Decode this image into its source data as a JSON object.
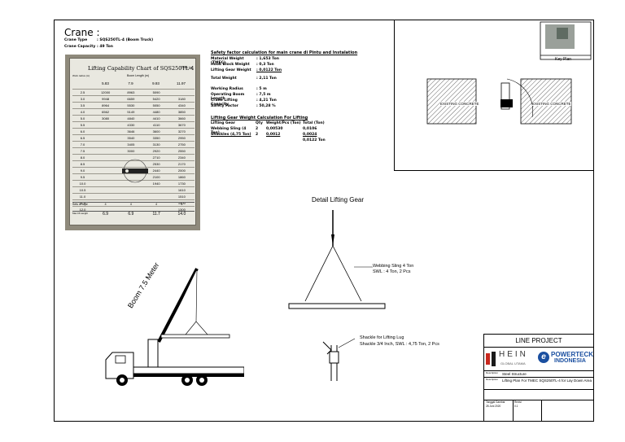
{
  "header": {
    "title": "Crane :",
    "crane_type_label": "Crane Type",
    "crane_type_value": ": SQS250TL-4 (Boom Truck)",
    "crane_capacity_label": "Crane Capacity",
    "crane_capacity_value": ": 49 Ton"
  },
  "chart_photo": {
    "title": "Lifting Capability Chart of SQS250TL-4",
    "units": "Units: kg",
    "col_work_radius": "Work radius (m)",
    "col_boom_length": "Boom Length (m)",
    "boom_lengths": [
      "5.83",
      "7.9",
      "9.93",
      "11.97"
    ],
    "rows": [
      {
        "r": "2.5",
        "v": [
          "12000",
          "8963",
          "5090",
          ""
        ]
      },
      {
        "r": "3.0",
        "v": [
          "9948",
          "6659",
          "5420",
          "3180"
        ]
      },
      {
        "r": "3.5",
        "v": [
          "8964",
          "5530",
          "5050",
          "4340"
        ]
      },
      {
        "r": "4.0",
        "v": [
          "6562",
          "5149",
          "4480",
          "3850"
        ]
      },
      {
        "r": "5.0",
        "v": [
          "3080",
          "4840",
          "4410",
          "3660"
        ]
      },
      {
        "r": "5.5",
        "v": [
          "",
          "4330",
          "4110",
          "3670"
        ]
      },
      {
        "r": "6.0",
        "v": [
          "",
          "3646",
          "3600",
          "3270"
        ]
      },
      {
        "r": "6.5",
        "v": [
          "",
          "3540",
          "3350",
          "2950"
        ]
      },
      {
        "r": "7.0",
        "v": [
          "",
          "3405",
          "3130",
          "2750"
        ]
      },
      {
        "r": "7.5",
        "v": [
          "",
          "3000",
          "2920",
          "2550"
        ]
      },
      {
        "r": "8.0",
        "v": [
          "",
          "",
          "2710",
          "2340"
        ]
      },
      {
        "r": "8.5",
        "v": [
          "",
          "",
          "2530",
          "2170"
        ]
      },
      {
        "r": "9.0",
        "v": [
          "",
          "",
          "2440",
          "2000"
        ]
      },
      {
        "r": "9.5",
        "v": [
          "",
          "",
          "2100",
          "1860"
        ]
      },
      {
        "r": "10.0",
        "v": [
          "",
          "",
          "1940",
          "1730"
        ]
      },
      {
        "r": "10.5",
        "v": [
          "",
          "",
          "",
          "1610"
        ]
      },
      {
        "r": "11.0",
        "v": [
          "",
          "",
          "",
          "1510"
        ]
      },
      {
        "r": "11.5",
        "v": [
          "",
          "",
          "",
          "1400"
        ]
      },
      {
        "r": "12.0",
        "v": [
          "",
          "",
          "",
          "1300"
        ]
      }
    ],
    "footer_label_1": "Sets of rope",
    "footer_values_1": [
      "4",
      "4",
      "4",
      "4"
    ],
    "footer_label_2": "Max lift weight",
    "footer_values_2": [
      "6.9",
      "6.9",
      "11.7",
      "14.0"
    ]
  },
  "safety_calc": {
    "title": "Safety factor calculation for main crane di Pintu and Instalation",
    "rows": [
      {
        "label": "Material Weight (TMEC)",
        "value": ":   1,653 Ton"
      },
      {
        "label": "Hook Block Weight",
        "value": ":   0,3 Ton"
      },
      {
        "label": "Lifting Gear Weight",
        "value": ":   0,0122 Ton"
      },
      {
        "label": "Total Weight",
        "value": ":   2,11 Ton"
      }
    ],
    "rows2": [
      {
        "label": "Working Radius",
        "value": ":   5 m"
      },
      {
        "label": "Operating Boom Length",
        "value": ":   7,5 m"
      },
      {
        "label": "Crane Lifting Capacity",
        "value": ":   4,21 Ton"
      },
      {
        "label": "Safety Factor",
        "value": ":   50,28 %"
      }
    ]
  },
  "lifting_gear_calc": {
    "title": "Lifting Gear Weight Calculation For Lifting",
    "headers": [
      "Lifting Gear",
      "Qty",
      "Weight/Pcs (Ton)",
      "Total (Ton)"
    ],
    "rows": [
      {
        "gear": "Webbing Sling (4 Ton)",
        "qty": "2",
        "weight": "0,00530",
        "total": "0,0106"
      },
      {
        "gear": "Shackles (4,75 Ton)",
        "qty": "2",
        "weight": "0,0012",
        "total": "0,0024"
      }
    ],
    "grand_total": "0,0122 Ton"
  },
  "key_plan": {
    "label": "Key Plan",
    "concrete_label": "EXISTING  CONCRETE"
  },
  "crane_drawing": {
    "boom_label": "Boom 7.5 Meter"
  },
  "detail": {
    "title": "Detail Lifting Gear",
    "sling_label_1": "Webbing Sling 4 Ton",
    "sling_label_2": "SWL : 4 Ton, 2 Pcs",
    "shackle_label_1": "Shackle for Lifting Lug",
    "shackle_label_2": "Shackle 3/4 Inch, SWL : 4,75 Ton, 2 Pcs"
  },
  "title_block": {
    "project": "LINE PROJECT",
    "hein_text": "HEIN",
    "hein_sub": "GLOBAL UTAMA",
    "powertech_1": "POWERTECK",
    "powertech_2": "INDONESIA",
    "desc_1_label": "Description",
    "desc_1_value": "Steel Structure",
    "desc_2_label": "Description",
    "desc_2_value": "Lifting Plan For TMEC SQS250TL-4 for Lay Down Area",
    "date_label": "Tanggal Gambar",
    "date_value": "28 Juni 2020",
    "rev_label": "Revisi",
    "rev_value": "0.1"
  },
  "colors": {
    "line": "#000000",
    "photo": "#8f8a7c",
    "hein_red": "#c8281e",
    "power_blue": "#1a4fa0"
  }
}
